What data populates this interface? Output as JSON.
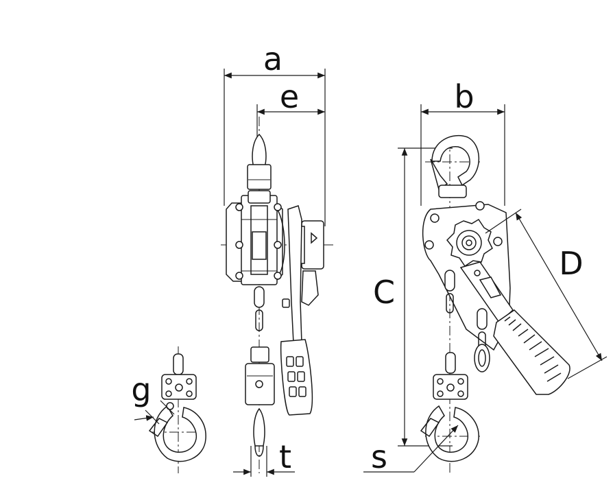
{
  "labels": {
    "a": "a",
    "e": "e",
    "b": "b",
    "C": "C",
    "D": "D",
    "g": "g",
    "t": "t",
    "s": "s"
  },
  "colors": {
    "line": "#1a1a1a",
    "fill": "#ffffff"
  }
}
